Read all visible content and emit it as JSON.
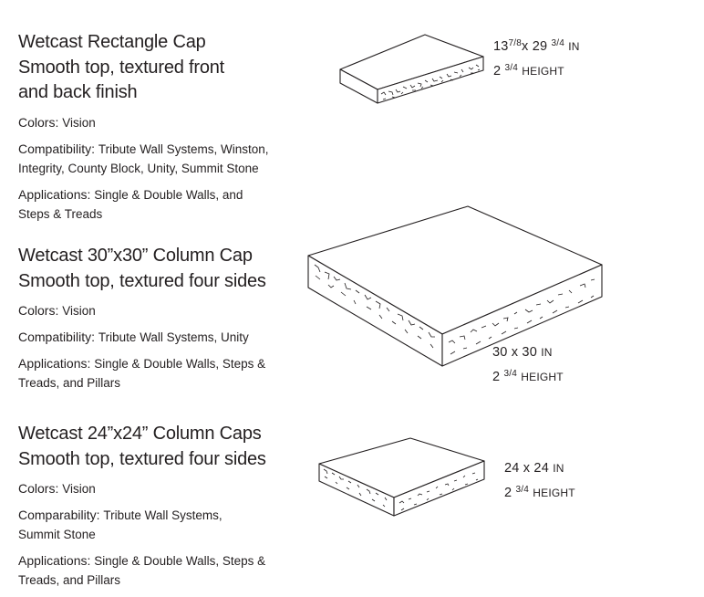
{
  "products": [
    {
      "title_line1": "Wetcast Rectangle Cap",
      "title_line2": "Smooth top, textured front",
      "title_line3": "and back finish",
      "colors_label": "Colors:",
      "colors_value": "Vision",
      "compat_label": "Compatibility:",
      "compat_value_1": "Tribute Wall Systems, Winston,",
      "compat_value_2": "Integrity, County Block, Unity, Summit Stone",
      "apps_label": "Applications:",
      "apps_value_1": "Single & Double Walls, and",
      "apps_value_2": "Steps & Treads",
      "dim_a": "13",
      "dim_a_frac": "7/8",
      "dim_x": "x 29",
      "dim_b_frac": "3/4",
      "dim_unit": "IN",
      "height_num": "2",
      "height_frac": "3/4",
      "height_label": "HEIGHT"
    },
    {
      "title_line1": "Wetcast 30”x30” Column Cap",
      "title_line2": "Smooth top, textured four sides",
      "colors_label": "Colors:",
      "colors_value": "Vision",
      "compat_label": "Compatibility:",
      "compat_value_1": "Tribute Wall Systems, Unity",
      "apps_label": "Applications:",
      "apps_value_1": "Single & Double Walls, Steps &",
      "apps_value_2": "Treads, and Pillars",
      "dim_main": "30 x 30",
      "dim_unit": "IN",
      "height_num": "2",
      "height_frac": "3/4",
      "height_label": "HEIGHT"
    },
    {
      "title_line1": "Wetcast 24”x24” Column Caps",
      "title_line2": "Smooth top, textured four sides",
      "colors_label": "Colors:",
      "colors_value": "Vision",
      "compat_label": "Comparability:",
      "compat_value_1": "Tribute Wall Systems,",
      "compat_value_2": "Summit Stone",
      "apps_label": "Applications:",
      "apps_value_1": "Single & Double Walls, Steps &",
      "apps_value_2": "Treads, and Pillars",
      "dim_main": "24 x 24",
      "dim_unit": "IN",
      "height_num": "2",
      "height_frac": "3/4",
      "height_label": "HEIGHT"
    }
  ]
}
